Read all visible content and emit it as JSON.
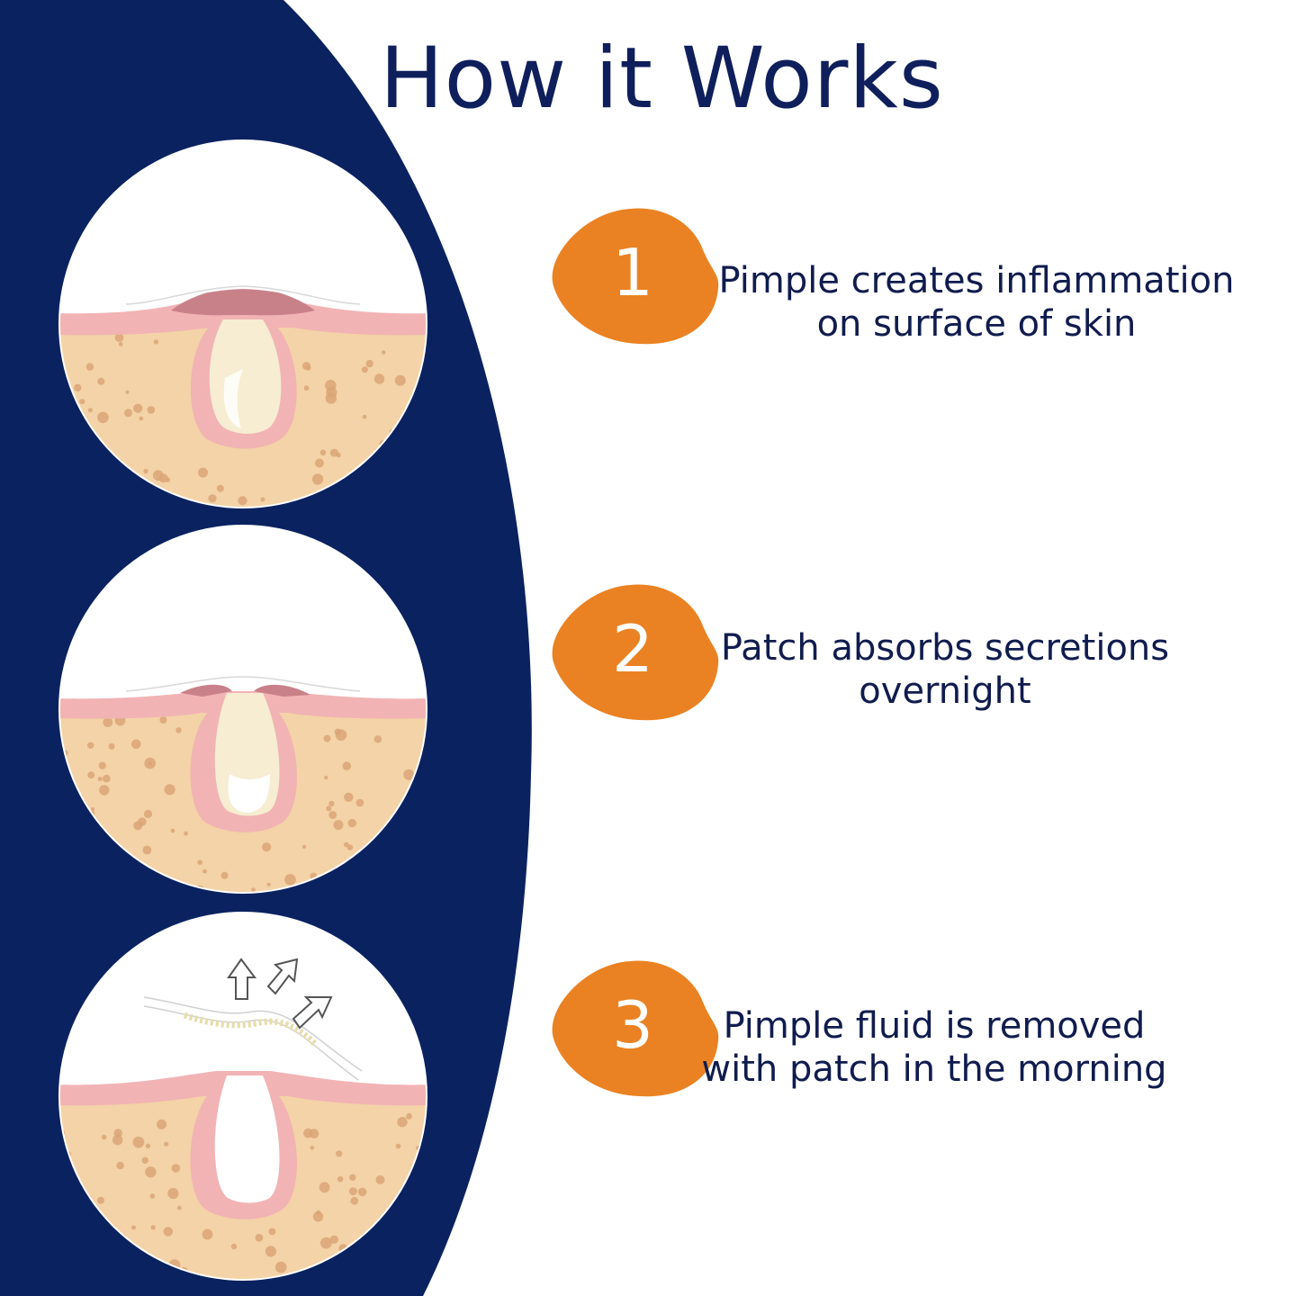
{
  "title": "How it Works",
  "colors": {
    "navy": "#0a2260",
    "orange": "#ea8223",
    "text": "#101c4e",
    "skin": "#f3d3a7",
    "skin_dots": "#d9a577",
    "pink": "#f2b3b4",
    "pink_dark": "#c98189"
  },
  "steps": [
    {
      "number": "1",
      "line1": "Pimple creates inflammation",
      "line2": "on surface of skin",
      "illustration": "inflamed-pimple-under-patch"
    },
    {
      "number": "2",
      "line1": "Patch absorbs secretions",
      "line2": "overnight",
      "illustration": "patch-absorbing-fluid"
    },
    {
      "number": "3",
      "line1": "Pimple fluid is removed",
      "line2": "with patch in the morning",
      "illustration": "patch-lifted-with-fluid"
    }
  ],
  "icons": [
    "arrow-up-icon",
    "arrow-up-right-icon"
  ]
}
